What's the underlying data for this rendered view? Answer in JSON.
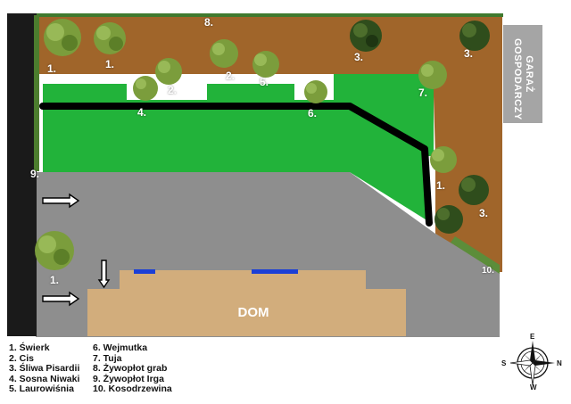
{
  "plan": {
    "building_label": "DOM",
    "garage_label": "GARAŻ GOSPODARCZY"
  },
  "markers": {
    "m1a": "1.",
    "m1b": "1.",
    "m1c": "1.",
    "m1d": "1.",
    "m2a": "2.",
    "m2b": "2.",
    "m3a": "3.",
    "m3b": "3.",
    "m3c": "3.",
    "m4": "4.",
    "m5": "5.",
    "m6": "6.",
    "m7": "7.",
    "m8": "8.",
    "m9": "9.",
    "m10": "10."
  },
  "legend": {
    "left": [
      "1. Świerk",
      "2. Cis",
      "3. Śliwa Pisardii",
      "4. Sosna Niwaki",
      "5. Laurowiśnia"
    ],
    "right": [
      "6. Wejmutka",
      "7. Tuja",
      "8. Żywopłot grab",
      "9. Żywopłot Irga",
      "10. Kosodrzewina"
    ]
  },
  "compass": {
    "n": "N",
    "s": "S",
    "e": "E",
    "w": "W"
  },
  "colors": {
    "soil": "#a0652a",
    "lawn": "#22b33a",
    "pavement": "#8e8e8e",
    "house": "#d2ad7c",
    "garage": "#a5a5a5",
    "wall": "#1a1a1a",
    "path": "#000000",
    "window": "#1c3fd6"
  }
}
